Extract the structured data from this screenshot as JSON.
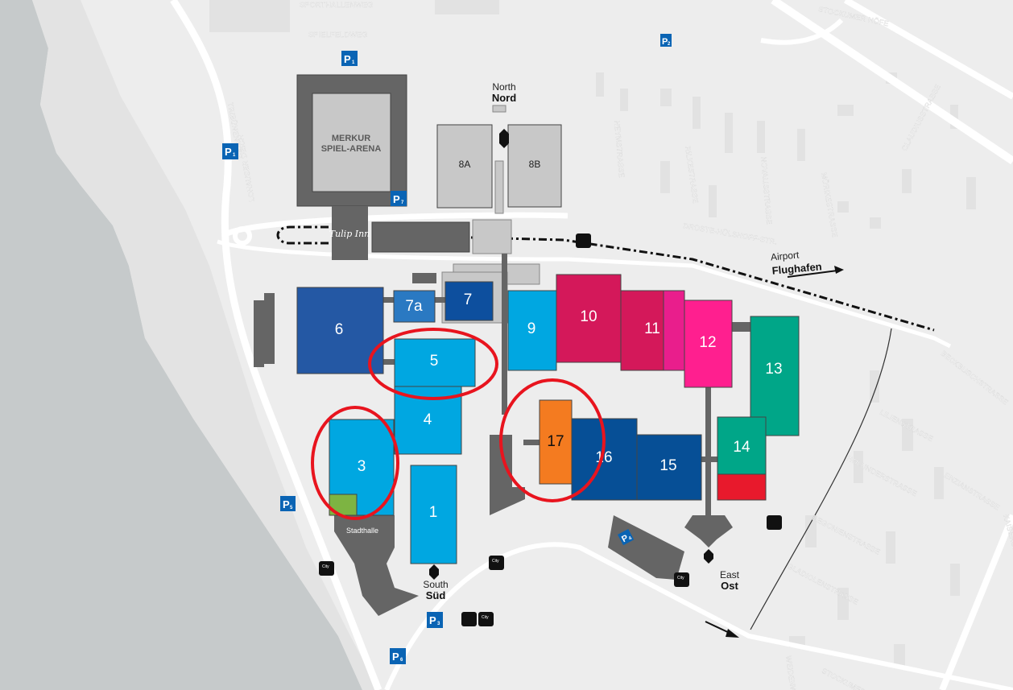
{
  "map": {
    "venue": {
      "arena_line1": "MERKUR",
      "arena_line2": "SPIEL-ARENA",
      "hotel": "Tulip Inn",
      "stadthalle": "Stadthalle"
    },
    "halls": [
      {
        "id": "1",
        "label": "1",
        "color": "#00a7e1",
        "highlighted": false
      },
      {
        "id": "3",
        "label": "3",
        "color": "#00a7e1",
        "highlighted": true
      },
      {
        "id": "4",
        "label": "4",
        "color": "#00a7e1",
        "highlighted": false
      },
      {
        "id": "5",
        "label": "5",
        "color": "#00a7e1",
        "highlighted": true
      },
      {
        "id": "6",
        "label": "6",
        "color": "#2458a4",
        "highlighted": false
      },
      {
        "id": "7",
        "label": "7",
        "color": "#0d4f9e",
        "highlighted": false
      },
      {
        "id": "7a",
        "label": "7a",
        "color": "#2a79c2",
        "highlighted": false
      },
      {
        "id": "8A",
        "label": "8A",
        "color": "#c8c8c8",
        "highlighted": false
      },
      {
        "id": "8B",
        "label": "8B",
        "color": "#c8c8c8",
        "highlighted": false
      },
      {
        "id": "9",
        "label": "9",
        "color": "#00a7e1",
        "highlighted": false
      },
      {
        "id": "10",
        "label": "10",
        "color": "#d4185a",
        "highlighted": false
      },
      {
        "id": "11",
        "label": "11",
        "color": "#d4185a",
        "highlighted": false
      },
      {
        "id": "12",
        "label": "12",
        "color": "#ff1f8f",
        "highlighted": false
      },
      {
        "id": "13",
        "label": "13",
        "color": "#00a688",
        "highlighted": false
      },
      {
        "id": "14",
        "label": "14",
        "color": "#00a688",
        "highlighted": false
      },
      {
        "id": "15",
        "label": "15",
        "color": "#064f96",
        "highlighted": false
      },
      {
        "id": "16",
        "label": "16",
        "color": "#064f96",
        "highlighted": false
      },
      {
        "id": "17",
        "label": "17",
        "color": "#f47b20",
        "highlighted": true
      }
    ],
    "highlight_color": "#e8141e",
    "entrances": {
      "north": {
        "en": "North",
        "de": "Nord"
      },
      "south": {
        "en": "South",
        "de": "Süd"
      },
      "east": {
        "en": "East",
        "de": "Ost"
      },
      "airport": {
        "en": "Airport",
        "de": "Flughafen"
      }
    },
    "parking": [
      {
        "id": "P1a",
        "label": "P",
        "num": "1"
      },
      {
        "id": "P1b",
        "label": "P",
        "num": "1"
      },
      {
        "id": "P2",
        "label": "P",
        "num": "2"
      },
      {
        "id": "P7",
        "label": "P",
        "num": "7"
      },
      {
        "id": "P5",
        "label": "P",
        "num": "5"
      },
      {
        "id": "P6",
        "label": "P",
        "num": "6"
      },
      {
        "id": "P3",
        "label": "P",
        "num": "3"
      },
      {
        "id": "P4",
        "label": "P",
        "num": "4"
      }
    ],
    "streets": [
      "SPORTHALLENWEG",
      "SPIELFELDWEG",
      "TRIBÜNENWEG",
      "LOHAUSER DEICH",
      "STOCKUMER HÖFE",
      "HEYMSTRASSE",
      "RILKESTRASSE",
      "NOVALISSTRASSE",
      "MÖRIKESTRASSE",
      "CLAUDIUSSTRASSE",
      "DROSTE-HÜLSHOFF-STR.",
      "BECKBUSCHSTRASSE",
      "LILIENSTRASSE",
      "HOLUNDERSTRASSE",
      "ENZIANSTRASSE",
      "BEGONIENSTRASSE",
      "GLADIOLENSTRASSE",
      "KAISERSWERTHER STR.",
      "WEIDENWEG",
      "STOCKUMER KIRCHSTR."
    ],
    "bus_label": "City",
    "colors": {
      "water": "#c6cacb",
      "land": "#ededed",
      "building": "#656565",
      "parking": "#0a64b4"
    }
  }
}
